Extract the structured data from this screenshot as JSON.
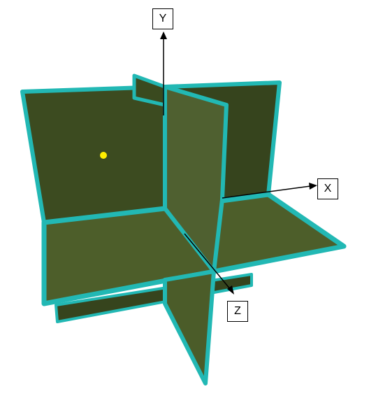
{
  "axes": {
    "y_label": "Y",
    "x_label": "X",
    "z_label": "Z"
  },
  "colors": {
    "panel_face": "#4b5c29",
    "panel_face_dark": "#36441d",
    "edge": "#22b8b4",
    "marker": "#ffee00",
    "axis_line": "#000000"
  },
  "marker": {
    "shape": "dot"
  }
}
